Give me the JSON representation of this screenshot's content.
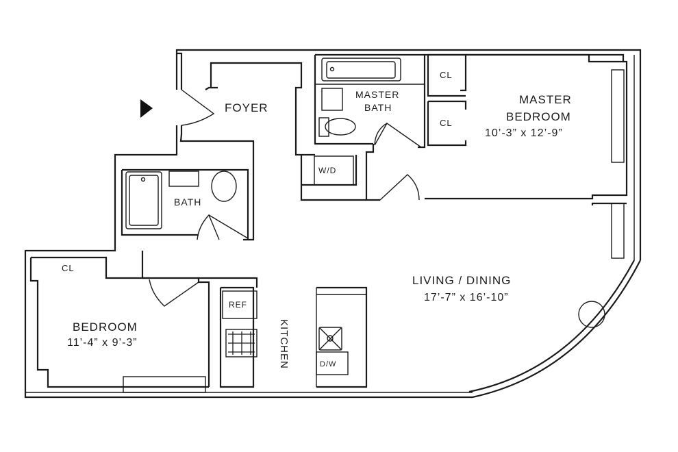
{
  "rooms": {
    "foyer": {
      "name": "FOYER"
    },
    "master_bath": {
      "name_line1": "MASTER",
      "name_line2": "BATH"
    },
    "master_bedroom": {
      "name_line1": "MASTER",
      "name_line2": "BEDROOM",
      "dimensions": "10’-3” x 12’-9”"
    },
    "master_closet_1": {
      "name": "CL"
    },
    "master_closet_2": {
      "name": "CL"
    },
    "washer_dryer": {
      "name": "W/D"
    },
    "bath": {
      "name": "BATH"
    },
    "bedroom": {
      "name": "BEDROOM",
      "dimensions": "11’-4” x 9’-3”"
    },
    "bedroom_closet": {
      "name": "CL"
    },
    "kitchen": {
      "name": "KITCHEN",
      "refrigerator": "REF",
      "dishwasher": "D/W"
    },
    "living_dining": {
      "name": "LIVING / DINING",
      "dimensions": "17’-7” x 16’-10”"
    }
  },
  "colors": {
    "line": "#1a1a1a",
    "background": "#ffffff"
  }
}
